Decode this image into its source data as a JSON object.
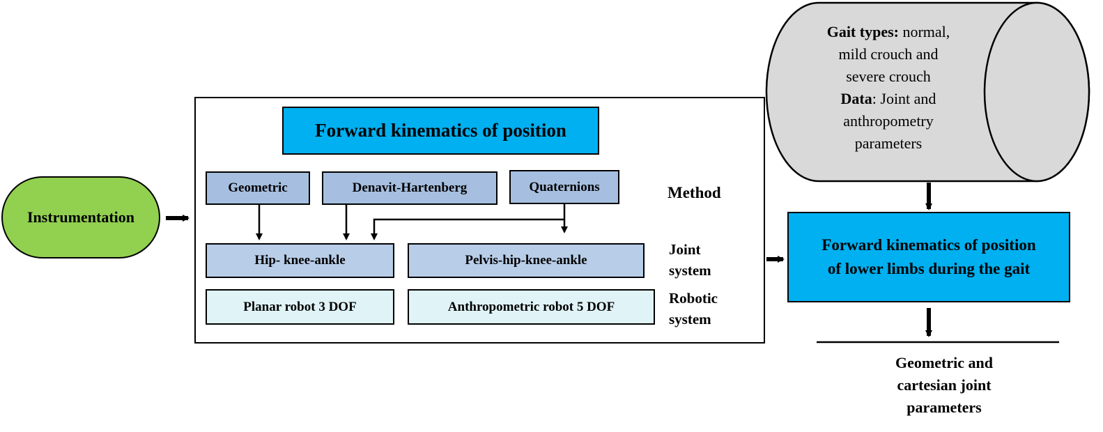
{
  "colors": {
    "instrumentation": "#92d050",
    "highlight": "#00b0f0",
    "method_box": "#a6bfe0",
    "joint_box": "#b8cde8",
    "robot_box": "#e0f3f6",
    "database": "#d9d9d9",
    "output": "#5b8fd6"
  },
  "instrumentation": {
    "label": "Instrumentation"
  },
  "framework": {
    "title": "Forward kinematics of position",
    "methods": [
      "Geometric",
      "Denavit-Hartenberg",
      "Quaternions"
    ],
    "method_label": "Method",
    "joint_systems": [
      "Hip- knee-ankle",
      "Pelvis-hip-knee-ankle"
    ],
    "joint_label": [
      "Joint",
      "system"
    ],
    "robots": [
      "Planar robot 3 DOF",
      "Anthropometric robot 5 DOF"
    ],
    "robot_label": [
      "Robotic",
      "system"
    ]
  },
  "database": {
    "gait_key": "Gait types:",
    "gait_lines": [
      " normal,",
      "mild crouch and",
      "severe crouch"
    ],
    "data_key": "Data",
    "data_lines": [
      ": Joint and",
      "anthropometry",
      "parameters"
    ]
  },
  "result": {
    "lines": [
      "Forward kinematics of position",
      "of lower limbs during the gait"
    ]
  },
  "output": {
    "lines": [
      "Geometric and",
      "cartesian joint",
      "parameters"
    ]
  }
}
